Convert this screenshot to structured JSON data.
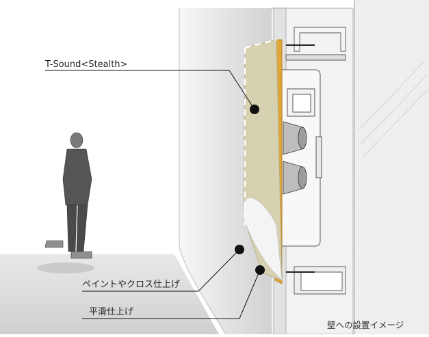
{
  "labels": {
    "stealth": "T-Sound<Stealth>",
    "paint": "ペイントやクロス仕上げ",
    "smooth": "平滑仕上げ"
  },
  "caption": "壁への設置イメージ",
  "colors": {
    "panel": "#d9d4b8",
    "panel_edge": "#e0a63a",
    "wall": "#e6e6e6",
    "floor": "#dcdcdc",
    "concrete": "#efefef",
    "line": "#111111"
  }
}
